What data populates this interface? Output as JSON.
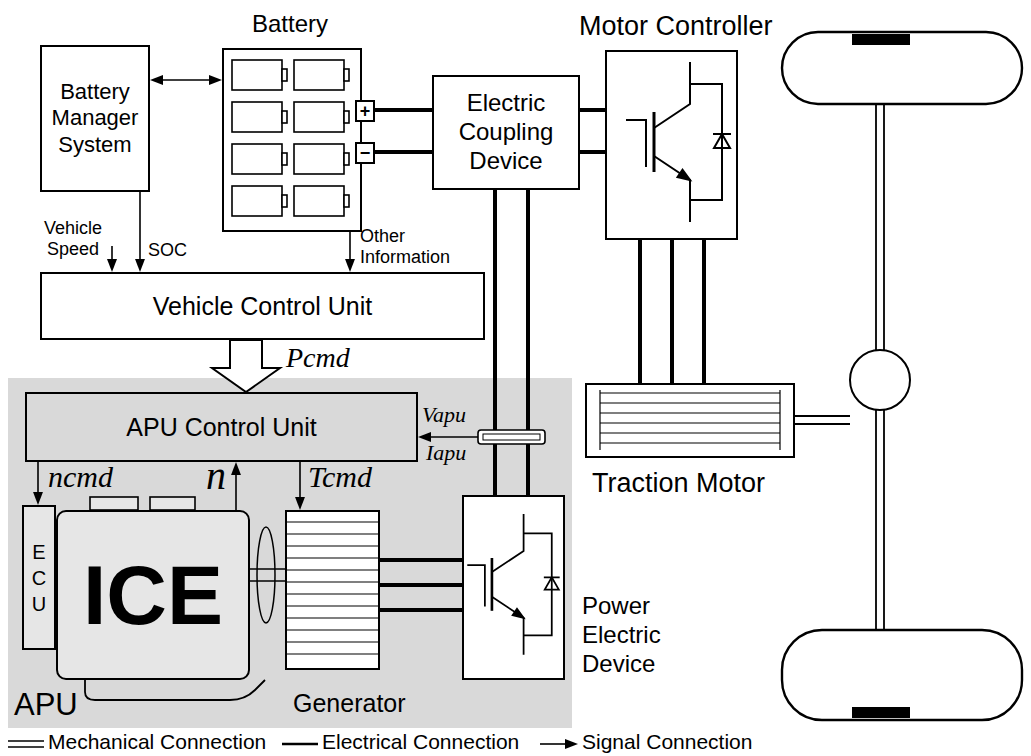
{
  "diagram": {
    "nodes": [
      {
        "text": [
          "Battery Manager System"
        ]
      },
      {
        "text": [
          "Battery"
        ]
      },
      {
        "text": [
          "Electric Coupling Device"
        ]
      },
      {
        "text": [
          "Motor Controller"
        ]
      },
      {
        "text": [
          "Vehicle Control Unit"
        ]
      },
      {
        "text": [
          "APU"
        ]
      },
      {
        "text": [
          "APU Control Unit"
        ],
        "in": 5
      },
      {
        "text": [
          "E C U"
        ],
        "in": 5
      },
      {
        "text": [
          "ICE"
        ],
        "in": 5
      },
      {
        "text": [
          "Generator"
        ],
        "in": 5
      },
      {
        "text": [
          "Power Electric Device"
        ],
        "in": 5
      },
      {
        "text": [
          "Traction Motor"
        ]
      }
    ],
    "edges": [
      {
        "from": 0,
        "to": 1,
        "arrow": "both"
      },
      {
        "from": 1,
        "to": 2,
        "arrow": "none"
      },
      {
        "from": 2,
        "to": 3,
        "arrow": "none"
      },
      {
        "from": 3,
        "to": 11,
        "arrow": "none"
      },
      {
        "from": 0,
        "to": 4,
        "arrow": "to",
        "label": "SOC"
      },
      {
        "from": 1,
        "to": 4,
        "arrow": "to",
        "label": "Other Information"
      },
      {
        "from": 4,
        "to": 6,
        "arrow": "to",
        "label": "Pcmd"
      },
      {
        "from": 6,
        "to": 7,
        "arrow": "to",
        "label": "ncmd"
      },
      {
        "from": 8,
        "to": 6,
        "arrow": "to",
        "label": "n"
      },
      {
        "from": 6,
        "to": 9,
        "arrow": "to",
        "label": "Tcmd"
      },
      {
        "from": 8,
        "to": 9,
        "arrow": "none"
      },
      {
        "from": 9,
        "to": 10,
        "arrow": "none"
      },
      {
        "from": 10,
        "to": 2,
        "arrow": "none"
      }
    ],
    "labels": [
      "+",
      "−",
      "Vehicle Speed",
      "Vapu",
      "Iapu"
    ],
    "legend": [
      {
        "text": "Mechanical Connection"
      },
      {
        "text": "Electrical Connection"
      },
      {
        "text": "Signal Connection"
      }
    ]
  }
}
